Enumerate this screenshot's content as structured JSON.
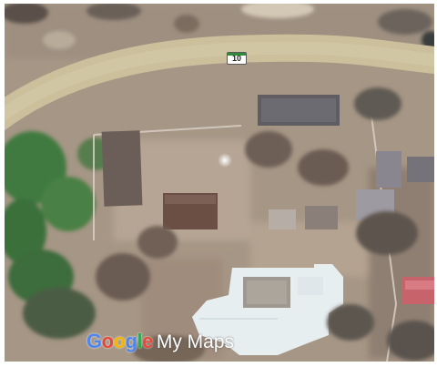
{
  "map": {
    "route_shield": "10",
    "attribution": {
      "brand_letters": [
        {
          "ch": "G",
          "color": "#4f86ec"
        },
        {
          "ch": "o",
          "color": "#e5493b"
        },
        {
          "ch": "o",
          "color": "#f3b400"
        },
        {
          "ch": "g",
          "color": "#4f86ec"
        },
        {
          "ch": "l",
          "color": "#33a853"
        },
        {
          "ch": "e",
          "color": "#e5493b"
        }
      ],
      "product": "My Maps"
    },
    "marker": {
      "icon": "map-pin-icon",
      "color": "#8bc34a"
    },
    "colors": {
      "ground": "#a8998a",
      "road": "#cbbf9c",
      "vegetation": "#3f7a3f",
      "building_roof_white": "#e7eef0",
      "building_roof_red": "#c7636b",
      "building_roof_dark": "#6b5d58"
    }
  }
}
